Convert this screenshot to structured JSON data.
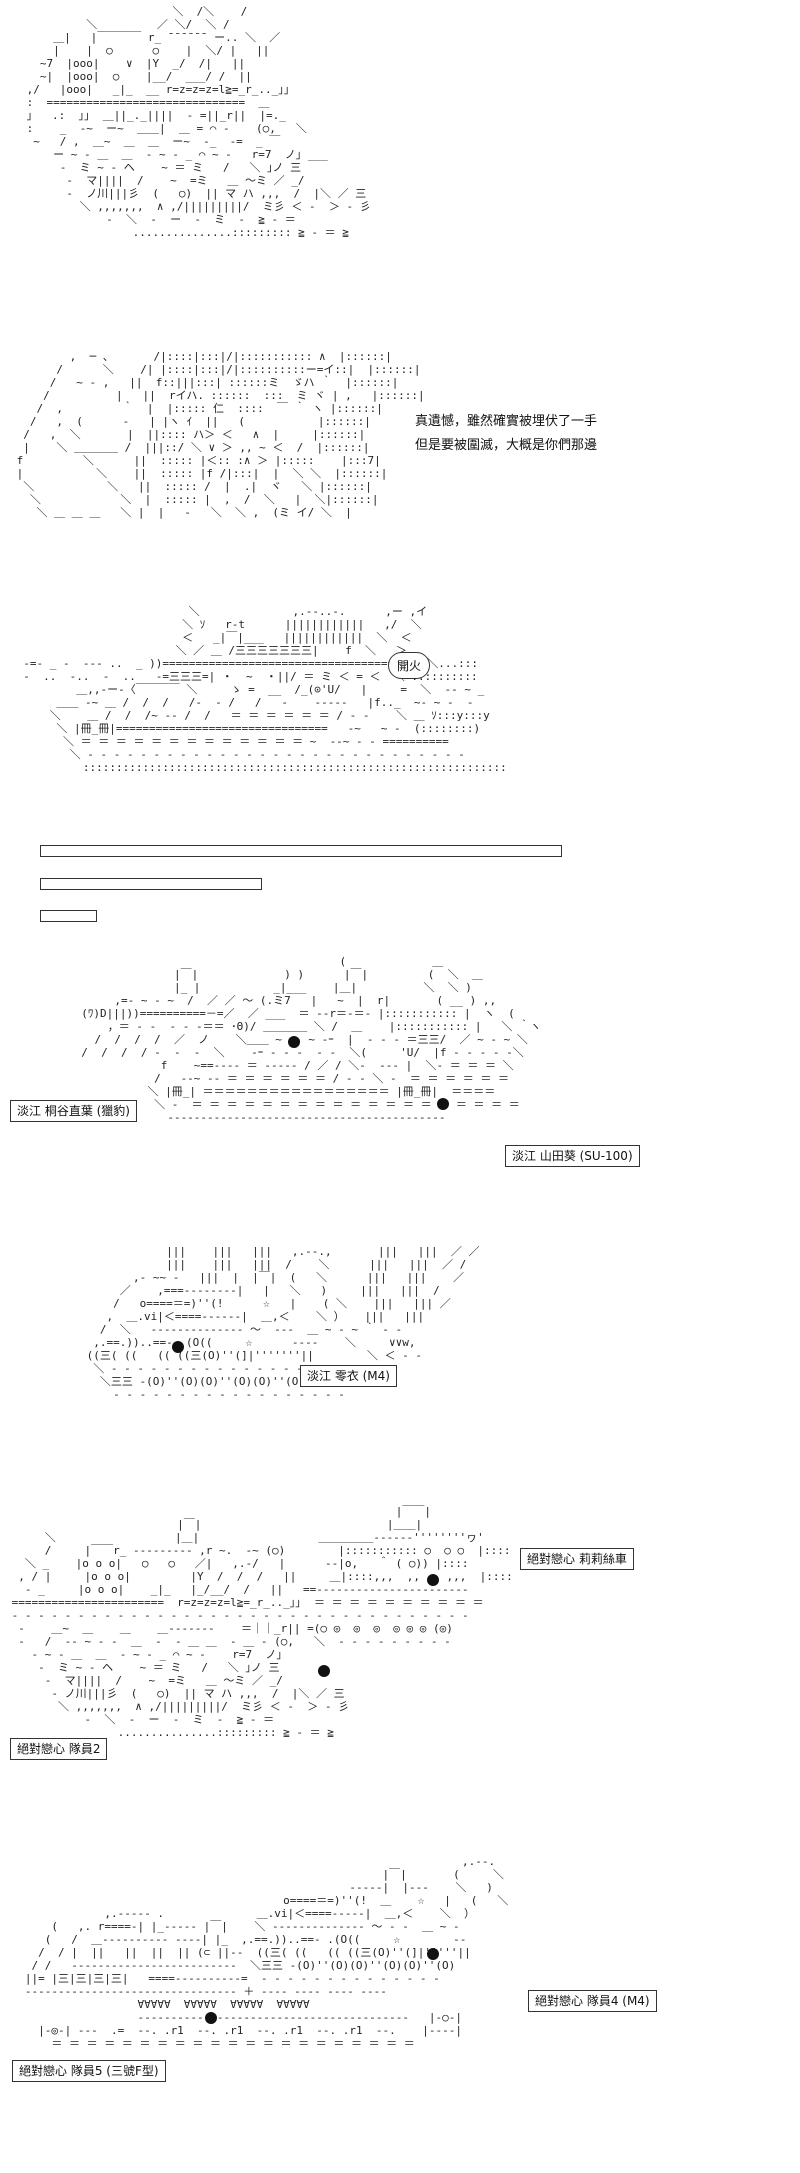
{
  "panel2": {
    "dialogue": [
      "真遺憾，雖然確實被埋伏了一手",
      "但是要被圍滅，大概是你們那邊"
    ]
  },
  "panel3": {
    "bubble": "開火"
  },
  "panel5": {
    "labels": [
      "淡江 桐谷直葉 (獵豹)",
      "淡江 山田葵 (SU-100)"
    ]
  },
  "panel6": {
    "labels": [
      "淡江 零衣 (M4)"
    ]
  },
  "panel7": {
    "labels": [
      "絕對戀心 莉莉絲車",
      "絕對戀心 隊員2"
    ]
  },
  "panel8": {
    "labels": [
      "絕對戀心 隊員4 (M4)",
      "絕對戀心 隊員5 (三號F型)"
    ]
  }
}
